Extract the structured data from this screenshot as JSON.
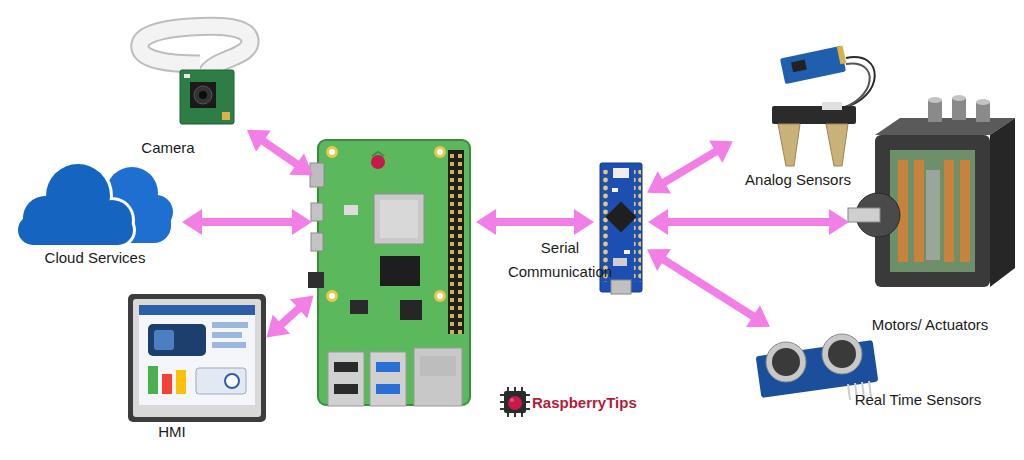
{
  "diagram": {
    "nodes": [
      {
        "text": [
          "Camera"
        ]
      },
      {
        "text": [
          "Cloud Services"
        ]
      },
      {
        "text": [
          "HMI"
        ]
      },
      {
        "text": []
      },
      {
        "text": []
      },
      {
        "text": [
          "Analog Sensors"
        ]
      },
      {
        "text": [
          "Motors/ Actuators"
        ]
      },
      {
        "text": [
          "Real Time Sensors"
        ]
      }
    ],
    "edges": [
      {
        "from": 0,
        "to": 3,
        "arrow": "both"
      },
      {
        "from": 1,
        "to": 3,
        "arrow": "both"
      },
      {
        "from": 2,
        "to": 3,
        "arrow": "both"
      },
      {
        "from": 3,
        "to": 4,
        "label": "Serial Communication",
        "arrow": "both"
      },
      {
        "from": 4,
        "to": 5,
        "arrow": "both"
      },
      {
        "from": 4,
        "to": 6,
        "arrow": "both"
      },
      {
        "from": 4,
        "to": 7,
        "arrow": "both"
      }
    ],
    "labels": [
      "RaspberryTips"
    ]
  }
}
